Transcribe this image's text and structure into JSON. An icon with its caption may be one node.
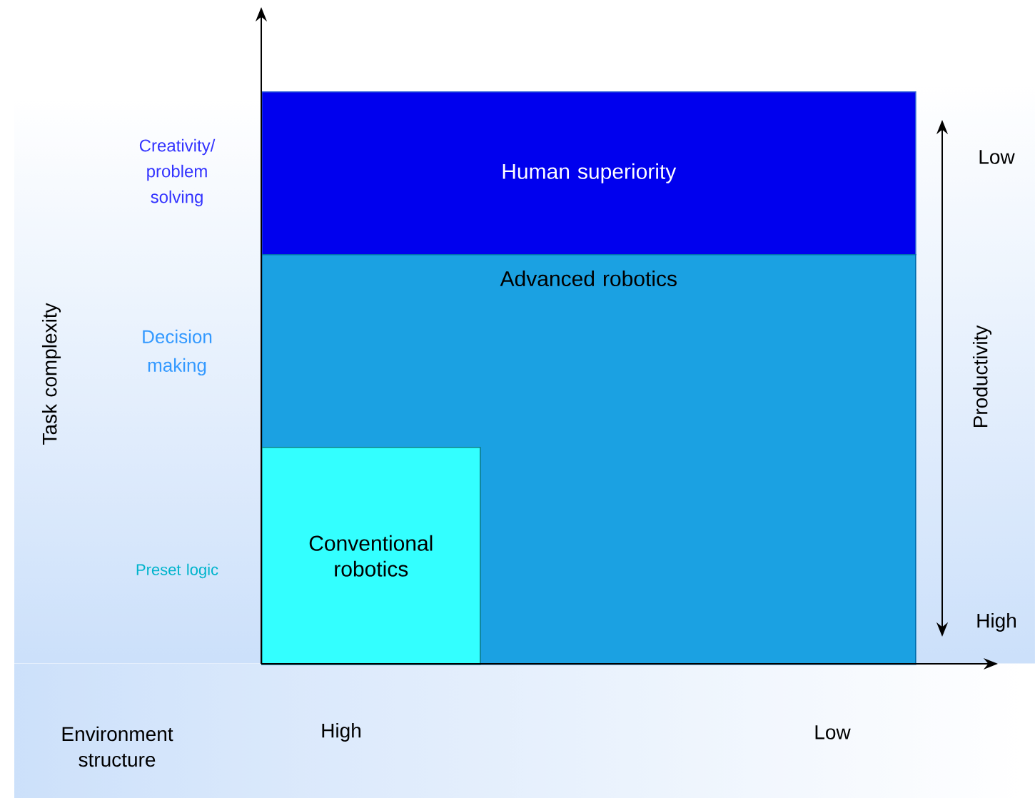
{
  "diagram": {
    "nodes": [
      {
        "text": [
          "Human superiority"
        ]
      },
      {
        "text": [
          "Advanced robotics"
        ]
      },
      {
        "text": [
          "Conventional robotics"
        ],
        "in": 1
      }
    ],
    "labels": [
      "Creativity/ problem solving",
      "Decision making",
      "Preset logic",
      "Task complexity",
      "Low",
      "Productivity",
      "High",
      "Environment structure",
      "High",
      "Low"
    ]
  }
}
